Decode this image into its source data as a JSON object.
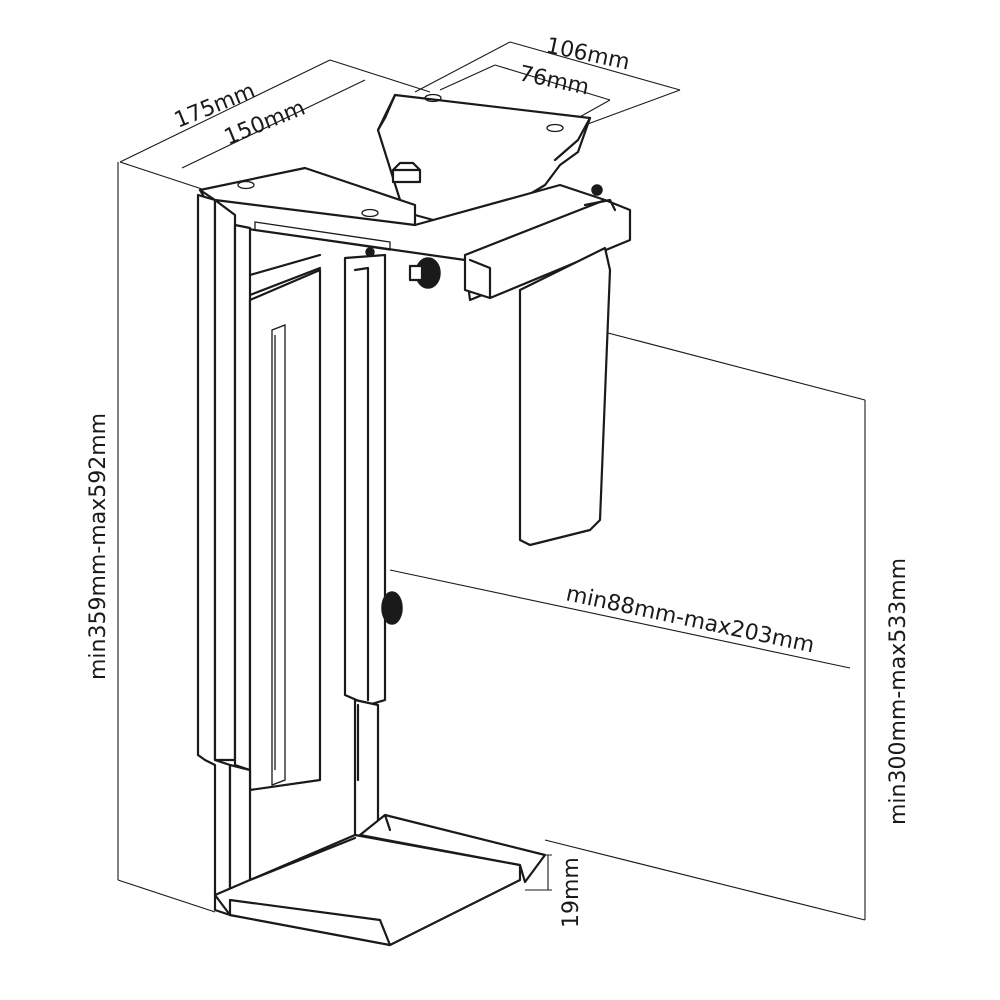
{
  "diagram": {
    "dimensions": {
      "width_outer": "175mm",
      "width_inner": "150mm",
      "plate_outer": "106mm",
      "plate_inner": "76mm",
      "height_range": "min359mm-max592mm",
      "clamp_width_range": "min88mm-max203mm",
      "clamp_height_range": "min300mm-max533mm",
      "base_lip": "19mm"
    },
    "colors": {
      "line": "#1a1a1a",
      "background": "#ffffff"
    }
  }
}
